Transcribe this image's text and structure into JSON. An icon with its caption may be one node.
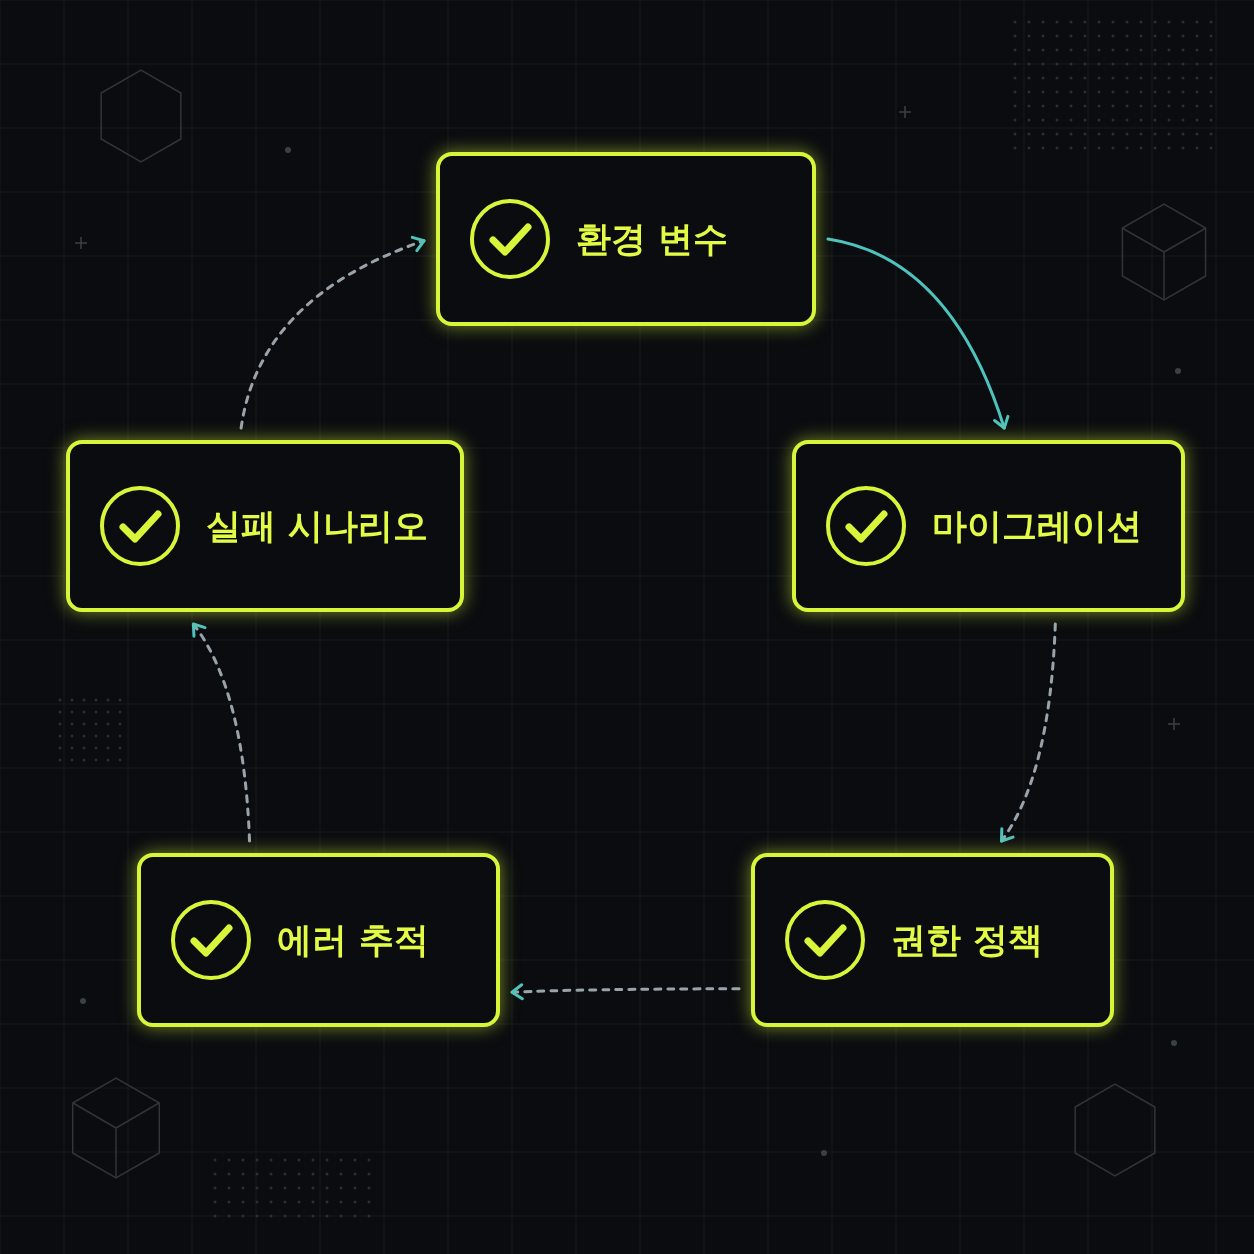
{
  "diagram": {
    "nodes": [
      {
        "text": [
          "환경 변수"
        ]
      },
      {
        "text": [
          "마이그레이션"
        ]
      },
      {
        "text": [
          "권한 정책"
        ]
      },
      {
        "text": [
          "에러 추적"
        ]
      },
      {
        "text": [
          "실패 시나리오"
        ]
      }
    ],
    "edges": [
      {
        "from": 0,
        "to": 1,
        "arrow": "to"
      },
      {
        "from": 1,
        "to": 2,
        "arrow": "to",
        "style": "dashed"
      },
      {
        "from": 2,
        "to": 3,
        "arrow": "to",
        "style": "dashed"
      },
      {
        "from": 3,
        "to": 4,
        "arrow": "to",
        "style": "dashed"
      },
      {
        "from": 4,
        "to": 0,
        "arrow": "to",
        "style": "dashed"
      }
    ]
  }
}
